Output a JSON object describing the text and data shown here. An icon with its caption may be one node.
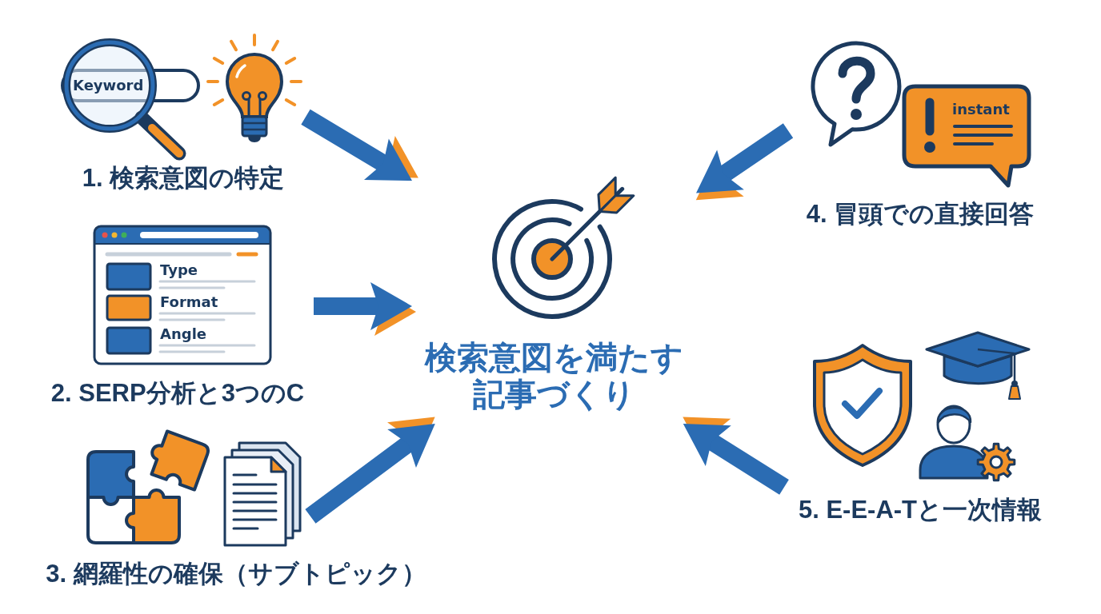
{
  "diagram": {
    "nodes": [
      {
        "text": [
          "Keyword",
          "1. 検索意図の特定"
        ]
      },
      {
        "text": [
          "Type",
          "Format",
          "Angle",
          "2. SERP分析と3つのC"
        ]
      },
      {
        "text": [
          "3. 網羅性の確保（サブトピック）"
        ]
      },
      {
        "text": [
          "instant",
          "4. 冒頭での直接回答"
        ]
      },
      {
        "text": [
          "5. E-E-A-Tと一次情報"
        ]
      },
      {
        "text": [
          "検索意図を満たす記事づくり"
        ]
      }
    ],
    "edges": [
      {
        "from": 0,
        "to": 5,
        "arrow": "to"
      },
      {
        "from": 1,
        "to": 5,
        "arrow": "to"
      },
      {
        "from": 2,
        "to": 5,
        "arrow": "to"
      },
      {
        "from": 3,
        "to": 5,
        "arrow": "to"
      },
      {
        "from": 4,
        "to": 5,
        "arrow": "to"
      }
    ]
  }
}
